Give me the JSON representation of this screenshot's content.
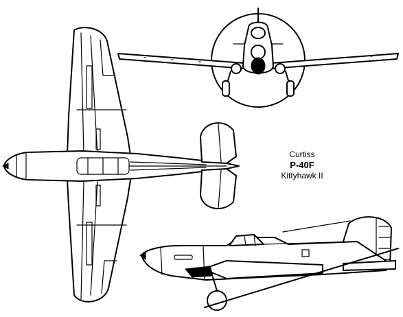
{
  "caption": {
    "maker": "Curtiss",
    "model": "P-40F",
    "name": "Kittyhawk II"
  },
  "colors": {
    "ink": "#000000",
    "paper": "#ffffff"
  },
  "views": [
    "plan-view",
    "front-view",
    "side-view"
  ]
}
